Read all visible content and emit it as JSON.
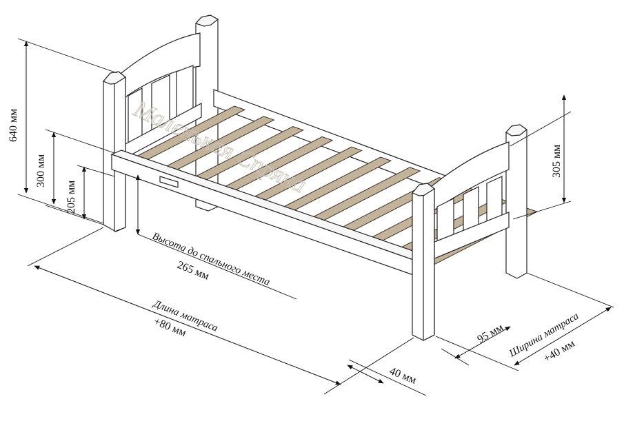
{
  "diagram": {
    "watermark": "Маленькая Спряна",
    "dimensions": {
      "total_height": "640 мм",
      "side_height": "300 мм",
      "sleep_height": "205 мм",
      "foot_height": "305 мм",
      "sleep_height_label": "Высота до спального места",
      "sleep_height_value": "265 мм",
      "length_label": "Длина матраса",
      "length_value": "+80 мм",
      "leg_width": "95 мм",
      "rail_depth": "40 мм",
      "width_label": "Ширина матраса",
      "width_value": "+40 мм"
    },
    "colors": {
      "slat": "#c4b39b",
      "frame": "#ffffff",
      "outline": "#222222"
    }
  }
}
